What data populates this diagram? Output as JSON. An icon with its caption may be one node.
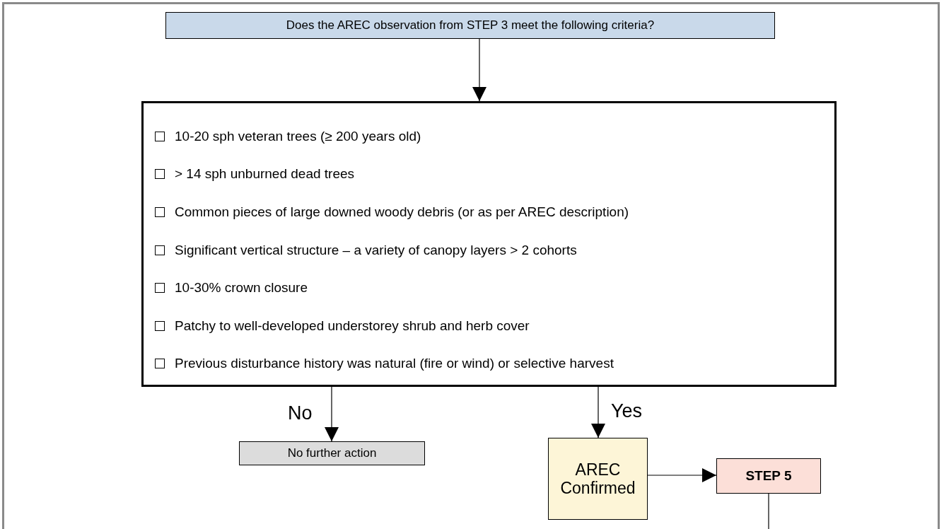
{
  "diagram": {
    "nodes": [
      {
        "text": [
          "Does the AREC observation from STEP 3 meet the following criteria?"
        ]
      },
      {
        "text": [
          "10-20 sph veteran trees (≥ 200 years old)",
          "> 14 sph unburned dead trees",
          "Common pieces of large downed woody debris (or as per AREC description)",
          "Significant vertical structure – a variety of canopy layers > 2 cohorts",
          "10-30% crown closure",
          "Patchy to well-developed understorey shrub and herb cover",
          "Previous disturbance history was natural (fire or wind) or selective harvest"
        ]
      },
      {
        "text": [
          "No further action"
        ]
      },
      {
        "text": [
          "AREC Confirmed"
        ]
      },
      {
        "text": [
          "STEP 5"
        ]
      }
    ],
    "edges": [
      {
        "from": 0,
        "to": 1,
        "arrow": "to"
      },
      {
        "from": 1,
        "to": 2,
        "arrow": "to",
        "label": "No"
      },
      {
        "from": 1,
        "to": 3,
        "arrow": "to",
        "label": "Yes"
      },
      {
        "from": 3,
        "to": 4,
        "arrow": "to"
      },
      {
        "from": 4,
        "to": null,
        "arrow": "none"
      }
    ]
  }
}
